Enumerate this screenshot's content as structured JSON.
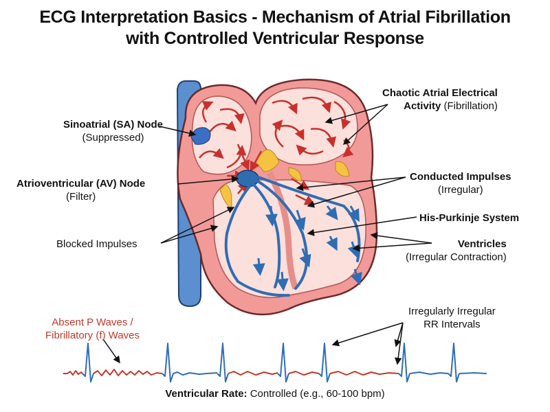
{
  "title": {
    "line1": "ECG Interpretation Basics - Mechanism of Atrial Fibrillation",
    "line2": "with Controlled Ventricular Response"
  },
  "labels": {
    "sa_node": {
      "name": "Sinoatrial (SA) Node",
      "sub": "(Suppressed)"
    },
    "av_node": {
      "name": "Atrioventricular (AV) Node",
      "sub": "(Filter)"
    },
    "blocked": {
      "name": "Blocked Impulses"
    },
    "chaotic": {
      "name_line1": "Chaotic Atrial Electrical",
      "name_line2": "Activity",
      "sub": "(Fibrillation)"
    },
    "conducted": {
      "name": "Conducted Impulses",
      "sub": "(Irregular)"
    },
    "his": {
      "name": "His-Purkinje System"
    },
    "ventricles": {
      "name": "Ventricles",
      "sub": "(Irregular Contraction)"
    },
    "absent_p": {
      "line1": "Absent P Waves /",
      "line2": "Fibrillatory (f) Waves"
    },
    "rr": {
      "line1": "Irregularly Irregular",
      "line2": "RR Intervals"
    }
  },
  "footer": {
    "rate_label": "Ventricular Rate:",
    "rate_value": "Controlled (e.g., 60-100 bpm)"
  },
  "colors": {
    "heart_outer": "#f19a98",
    "heart_inner": "#fbe0dc",
    "vessel": "#5b8fcf",
    "impulse_red": "#c9302c",
    "conduction_blue": "#2f6db3",
    "av_yellow": "#f5c242",
    "ecg_fib": "#c0392b",
    "ecg_qrs": "#2f6db3"
  }
}
